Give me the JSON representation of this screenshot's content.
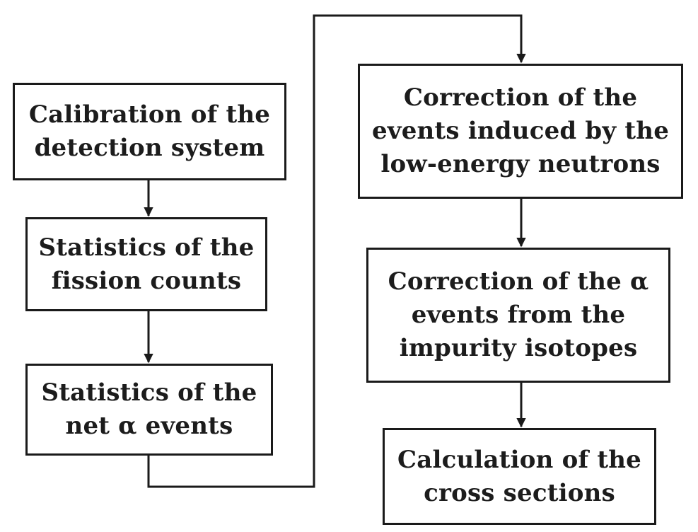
{
  "diagram": {
    "type": "flowchart",
    "nodes": [
      {
        "id": "calibration",
        "lines": [
          "Calibration of the",
          "detection system"
        ]
      },
      {
        "id": "fission",
        "lines": [
          "Statistics of the",
          "fission counts"
        ]
      },
      {
        "id": "net_alpha",
        "lines": [
          "Statistics of the",
          "net α events"
        ]
      },
      {
        "id": "low_energy",
        "lines": [
          "Correction of the",
          "events induced by the",
          "low-energy neutrons"
        ]
      },
      {
        "id": "impurity",
        "lines": [
          "Correction of the α",
          "events from the",
          "impurity isotopes"
        ]
      },
      {
        "id": "cross",
        "lines": [
          "Calculation of the",
          "cross sections"
        ]
      }
    ],
    "edges": [
      {
        "from": "calibration",
        "to": "fission"
      },
      {
        "from": "fission",
        "to": "net_alpha"
      },
      {
        "from": "net_alpha",
        "to": "low_energy"
      },
      {
        "from": "low_energy",
        "to": "impurity"
      },
      {
        "from": "impurity",
        "to": "cross"
      }
    ]
  },
  "colors": {
    "line": "#1a1a1a",
    "text": "#1c1c1c",
    "background": "#ffffff"
  }
}
